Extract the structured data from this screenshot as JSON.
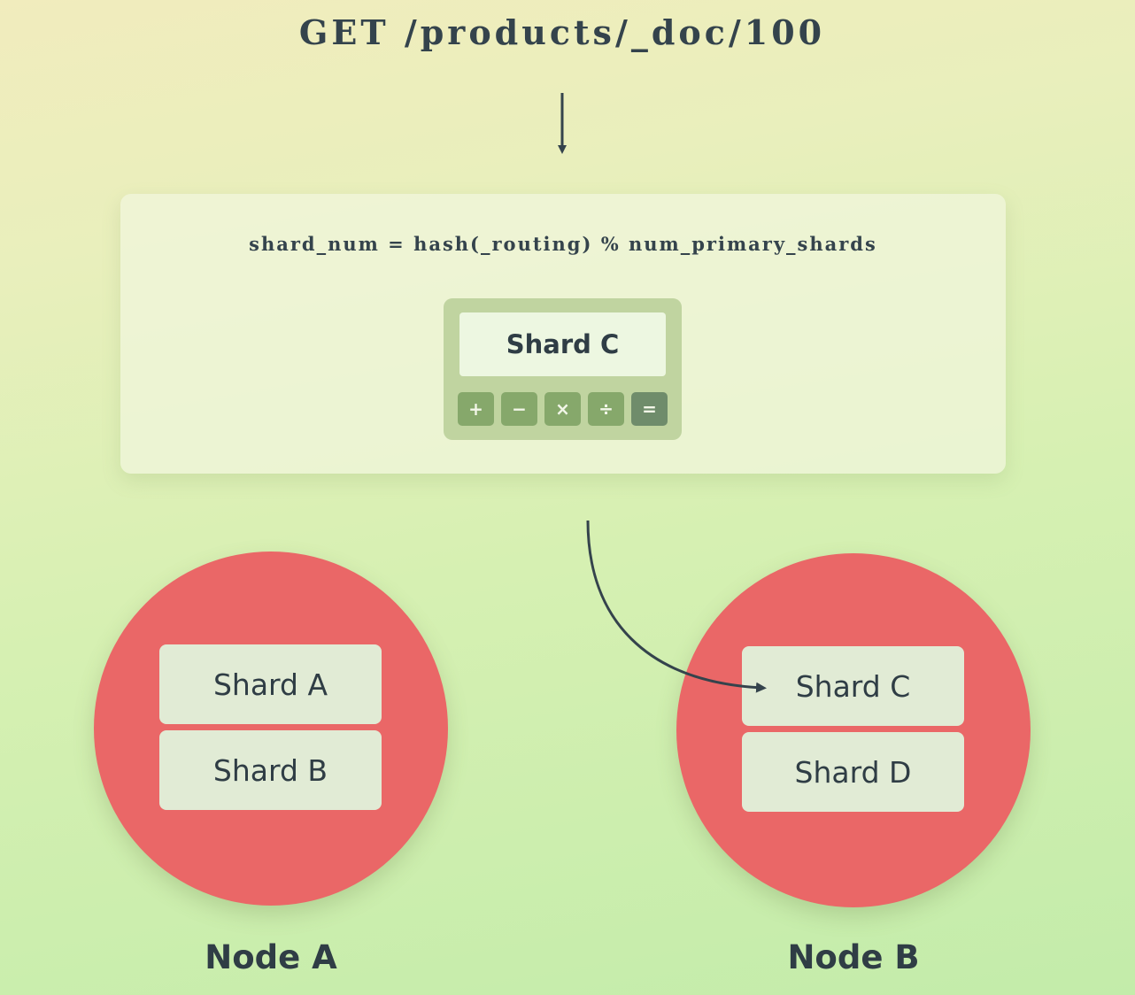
{
  "request": {
    "method": "GET",
    "path": "/products/_doc/100"
  },
  "routing": {
    "formula": "shard_num = hash(_routing) % num_primary_shards",
    "calculator": {
      "display": "Shard C",
      "keys": [
        "+",
        "−",
        "×",
        "÷",
        "="
      ]
    }
  },
  "nodes": [
    {
      "label": "Node A",
      "shards": [
        "Shard A",
        "Shard B"
      ]
    },
    {
      "label": "Node B",
      "shards": [
        "Shard C",
        "Shard D"
      ]
    }
  ],
  "colors": {
    "node_fill": "#ea6767",
    "shard_fill": "#e1ebd5",
    "calculator_fill": "#c0d4a0",
    "key_fill": "#86a86b",
    "text": "#2f3d45"
  }
}
